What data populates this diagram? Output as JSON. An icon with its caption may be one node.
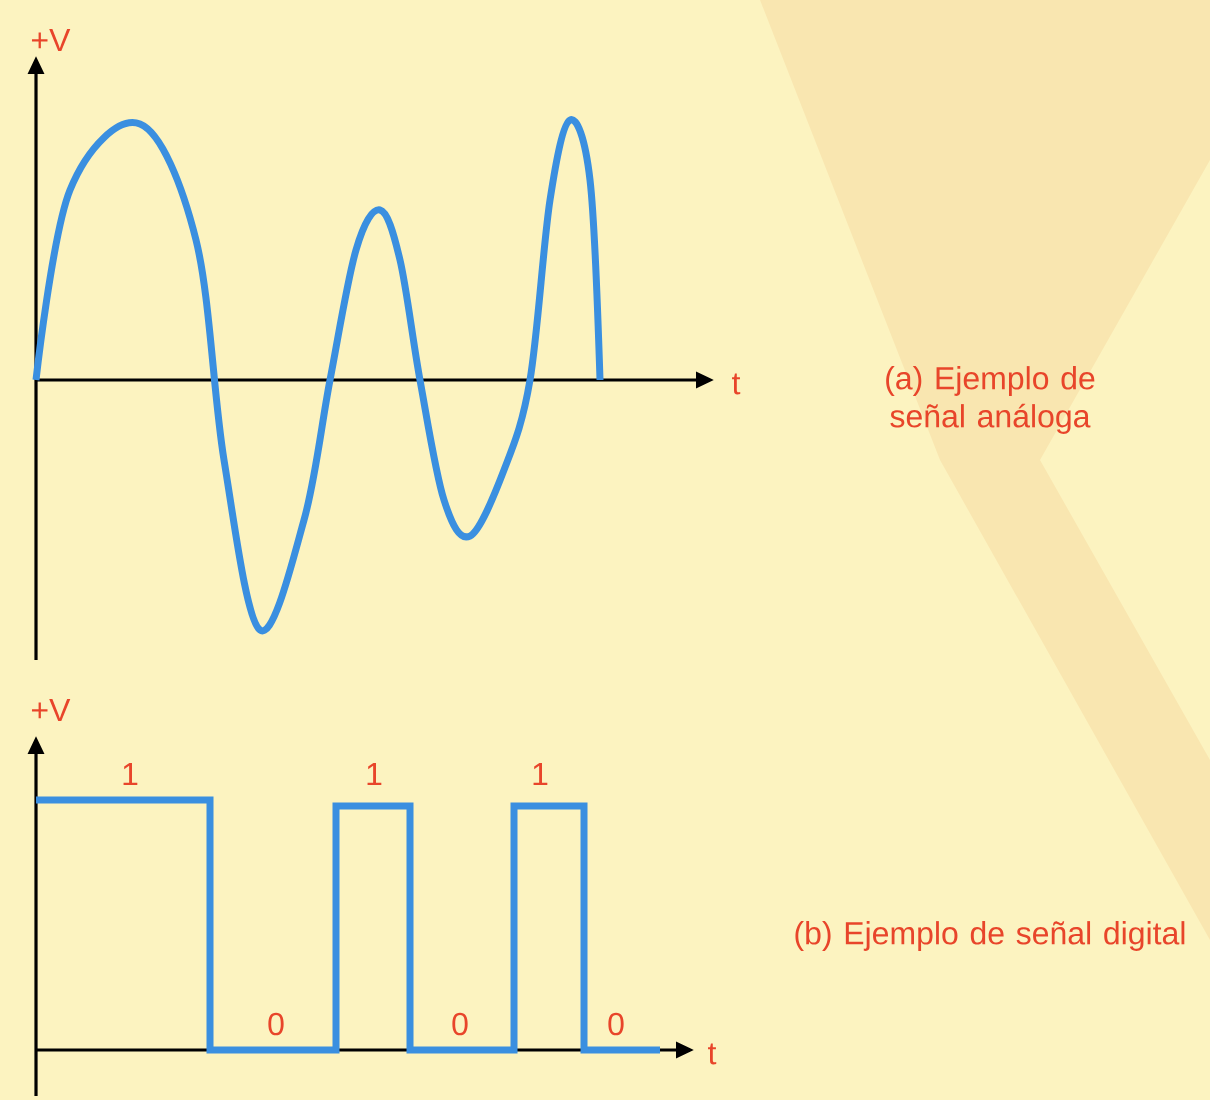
{
  "diagram": {
    "labels": [
      "+V",
      "t",
      "(a) Ejemplo de señal análoga",
      "+V",
      "1",
      "0",
      "1",
      "0",
      "1",
      "0",
      "t",
      "(b) Ejemplo de señal digital"
    ]
  }
}
